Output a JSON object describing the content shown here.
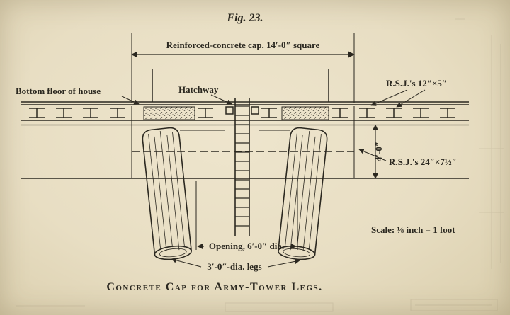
{
  "colors": {
    "paper": "#e8dec3",
    "ink": "#2b2820"
  },
  "figure": {
    "title": "Fig. 23.",
    "caption": "Concrete Cap for Army-Tower Legs."
  },
  "labels": {
    "cap_dimension": "Reinforced-concrete cap. 14′-0″ square",
    "bottom_floor": "Bottom floor of house",
    "hatchway": "Hatchway",
    "rsj_small": "R.S.J.'s 12″×5″",
    "rsj_large": "R.S.J.'s 24″×7½″",
    "cap_depth": "4′-0″",
    "scale_note": "Scale: ⅛ inch = 1 foot",
    "opening": "Opening, 6′-0″ dia.",
    "legs": "3′-0″-dia. legs"
  }
}
